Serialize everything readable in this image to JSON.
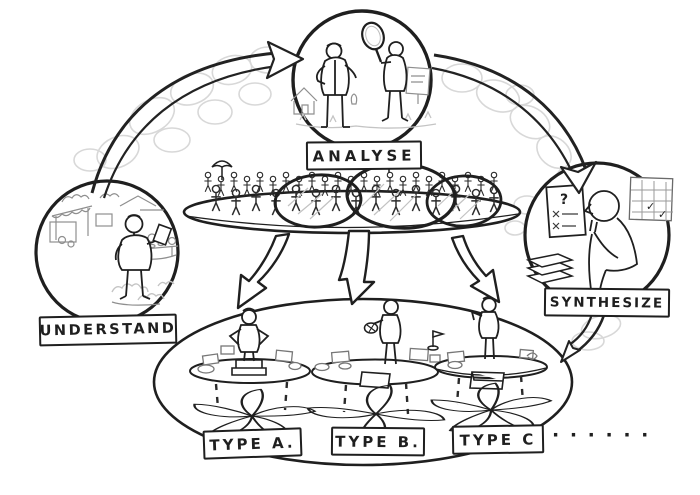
{
  "stages": {
    "understand": "UNDERSTAND",
    "analyse": "ANALYSE",
    "synthesize": "SYNTHESIZE"
  },
  "types": {
    "a": "TYPE A.",
    "b": "TYPE B.",
    "c": "TYPE C",
    "ellipsis": "· · · · · ·"
  },
  "glyphs": {
    "question_mark": "?",
    "check_one": "✓",
    "check_two": "✓"
  },
  "colors": {
    "ink": "#1f1f1f",
    "figure": "#3a3a3a",
    "scene_gray": "#8f8f8f",
    "cloud_gray": "#d8d8d8",
    "paper": "#ffffff"
  }
}
